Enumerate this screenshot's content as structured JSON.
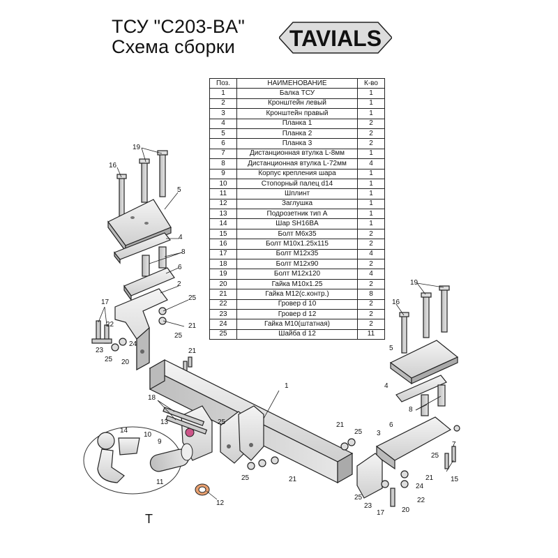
{
  "header": {
    "title_line1": "ТСУ  \"C203-BA\"",
    "title_line2": "Схема сборки",
    "logo_text": "TAVIALS"
  },
  "table": {
    "headers": [
      "Поз.",
      "НАИМЕНОВАНИЕ",
      "К-во"
    ],
    "rows": [
      [
        "1",
        "Балка ТСУ",
        "1"
      ],
      [
        "2",
        "Кронштейн левый",
        "1"
      ],
      [
        "3",
        "Кронштейн правый",
        "1"
      ],
      [
        "4",
        "Планка 1",
        "2"
      ],
      [
        "5",
        "Планка 2",
        "2"
      ],
      [
        "6",
        "Планка 3",
        "2"
      ],
      [
        "7",
        "Дистанционная втулка L-8мм",
        "1"
      ],
      [
        "8",
        "Дистанционная втулка L-72мм",
        "4"
      ],
      [
        "9",
        "Корпус крепления шара",
        "1"
      ],
      [
        "10",
        "Стопорный палец d14",
        "1"
      ],
      [
        "11",
        "Шплинт",
        "1"
      ],
      [
        "12",
        "Заглушка",
        "1"
      ],
      [
        "13",
        "Подрозетник тип А",
        "1"
      ],
      [
        "14",
        "Шар SH16BA",
        "1"
      ],
      [
        "15",
        "Болт М6х35",
        "2"
      ],
      [
        "16",
        "Болт М10х1.25х115",
        "2"
      ],
      [
        "17",
        "Болт М12х35",
        "4"
      ],
      [
        "18",
        "Болт М12х90",
        "2"
      ],
      [
        "19",
        "Болт М12х120",
        "4"
      ],
      [
        "20",
        "Гайка  М10х1.25",
        "2"
      ],
      [
        "21",
        "Гайка М12(с.контр.)",
        "8"
      ],
      [
        "22",
        "Гровер d 10",
        "2"
      ],
      [
        "23",
        "Гровер d 12",
        "2"
      ],
      [
        "24",
        "Гайка М10(штатная)",
        "2"
      ],
      [
        "25",
        "Шайба d 12",
        "11"
      ]
    ]
  },
  "callouts": {
    "c19a": "19",
    "c16a": "16",
    "c5a": "5",
    "c4a": "4",
    "c8a": "8",
    "c6a": "6",
    "c2a": "2",
    "c25a": "25",
    "c17a": "17",
    "c22a": "22",
    "c21a": "21",
    "c23a": "23",
    "c25b": "25",
    "c24a": "24",
    "c20a": "20",
    "c25c": "25",
    "c21b": "21",
    "c1": "1",
    "c18": "18",
    "c13": "13",
    "c25d": "25",
    "c14": "14",
    "c10": "10",
    "c9": "9",
    "c11": "11",
    "c12": "12",
    "c25e": "25",
    "c21c": "21",
    "c21d": "21",
    "c25f": "25",
    "c19b": "19",
    "c16b": "16",
    "c5b": "5",
    "c4b": "4",
    "c8b": "8",
    "c6b": "6",
    "c3": "3",
    "c7": "7",
    "c25g": "25",
    "c21e": "21",
    "c15": "15",
    "c24b": "24",
    "c22b": "22",
    "c25h": "25",
    "c23b": "23",
    "c17b": "17",
    "c20b": "20",
    "cT": "T"
  }
}
